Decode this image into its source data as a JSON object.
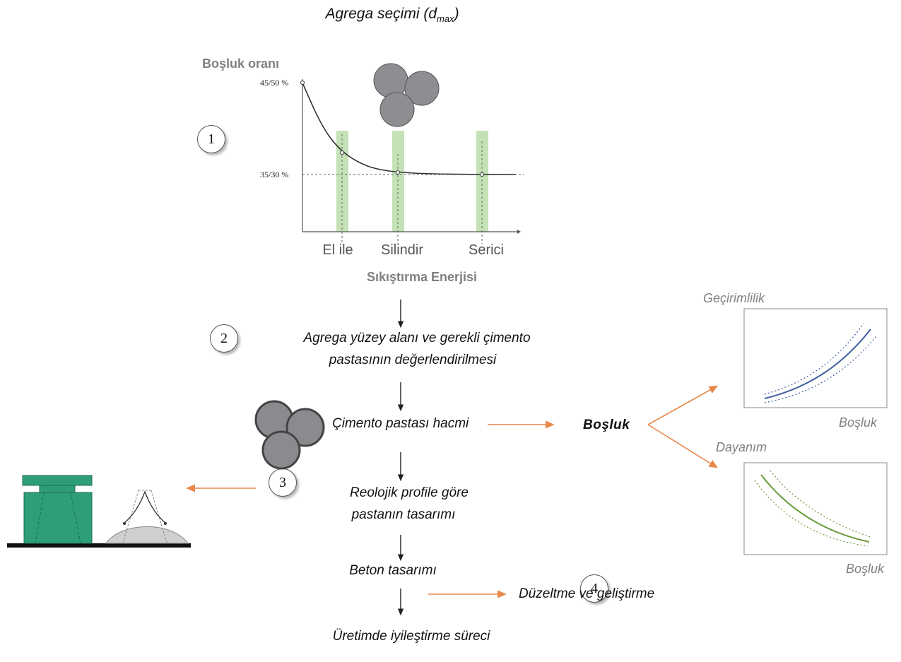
{
  "title_main": "Agrega seçimi (d",
  "title_sub": "max",
  "title_close": ")",
  "chart_data": {
    "type": "line",
    "ylabel": "Boşluk oranı",
    "xlabel": "Sıkıştırma Enerjisi",
    "y_ticks": [
      "45/50 %",
      "35/30 %"
    ],
    "categories": [
      "El ile",
      "Silindir",
      "Serici"
    ]
  },
  "badges": [
    "1",
    "2",
    "3",
    "4"
  ],
  "steps": {
    "step2_line1": "Agrega yüzey alanı ve gerekli çimento",
    "step2_line2": "pastasının değerlendirilmesi",
    "paste_volume": "Çimento pastası hacmi",
    "void": "Boşluk",
    "rheology_line1": "Reolojik profile göre",
    "rheology_line2": "pastanın tasarımı",
    "concrete_design": "Beton tasarımı",
    "adjust": "Düzeltme ve geliştirme",
    "production": "Üretimde iyileştirme süreci"
  },
  "side_charts": {
    "permeability_title": "Geçirimlilik",
    "permeability_x": "Boşluk",
    "strength_title": "Dayanım",
    "strength_x": "Boşluk"
  },
  "colors": {
    "arrow_orange": "#e8894b",
    "bar_green": "#c4e2b6",
    "permeability_line": "#3f5f9e",
    "strength_line": "#6b9a3c",
    "aggregate_grey": "#8e8e92",
    "mold_green": "#2e9e78"
  }
}
